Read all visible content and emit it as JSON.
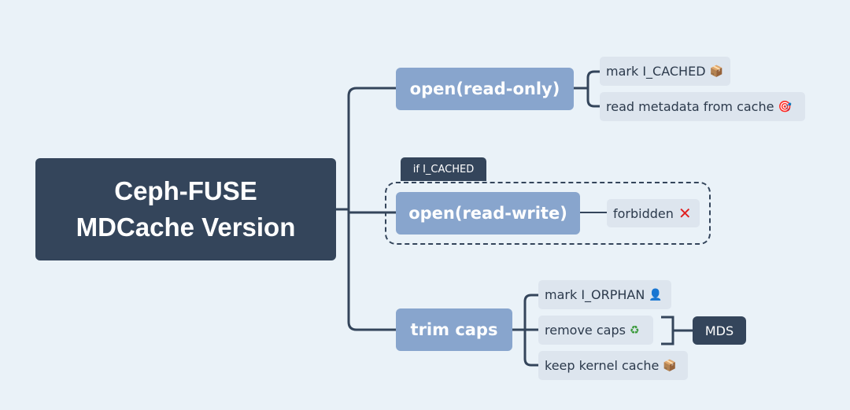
{
  "root": {
    "line1": "Ceph-FUSE",
    "line2": "MDCache Version"
  },
  "branches": [
    {
      "label": "open(read-only)",
      "children": [
        {
          "label": "mark I_CACHED",
          "icon": "package-icon",
          "glyph": "📦"
        },
        {
          "label": "read metadata from cache",
          "icon": "target-icon",
          "glyph": "🎯"
        }
      ]
    },
    {
      "label": "open(read-write)",
      "boundary_tag": "if I_CACHED",
      "children": [
        {
          "label": "forbidden",
          "icon": "cross-mark-icon",
          "glyph": "✕"
        }
      ]
    },
    {
      "label": "trim caps",
      "children": [
        {
          "label": "mark I_ORPHAN",
          "icon": "person-icon",
          "glyph": "👤"
        },
        {
          "label": "remove caps",
          "icon": "recycle-icon",
          "glyph": "♻"
        },
        {
          "label": "keep kernel cache",
          "icon": "package-icon",
          "glyph": "📦"
        }
      ],
      "summary": "MDS"
    }
  ],
  "colors": {
    "background": "#eaf2f8",
    "root": "#34455b",
    "branch": "#88a5cd",
    "leaf": "#dde5ee",
    "line": "#34455b",
    "forbidden": "#e02020"
  }
}
